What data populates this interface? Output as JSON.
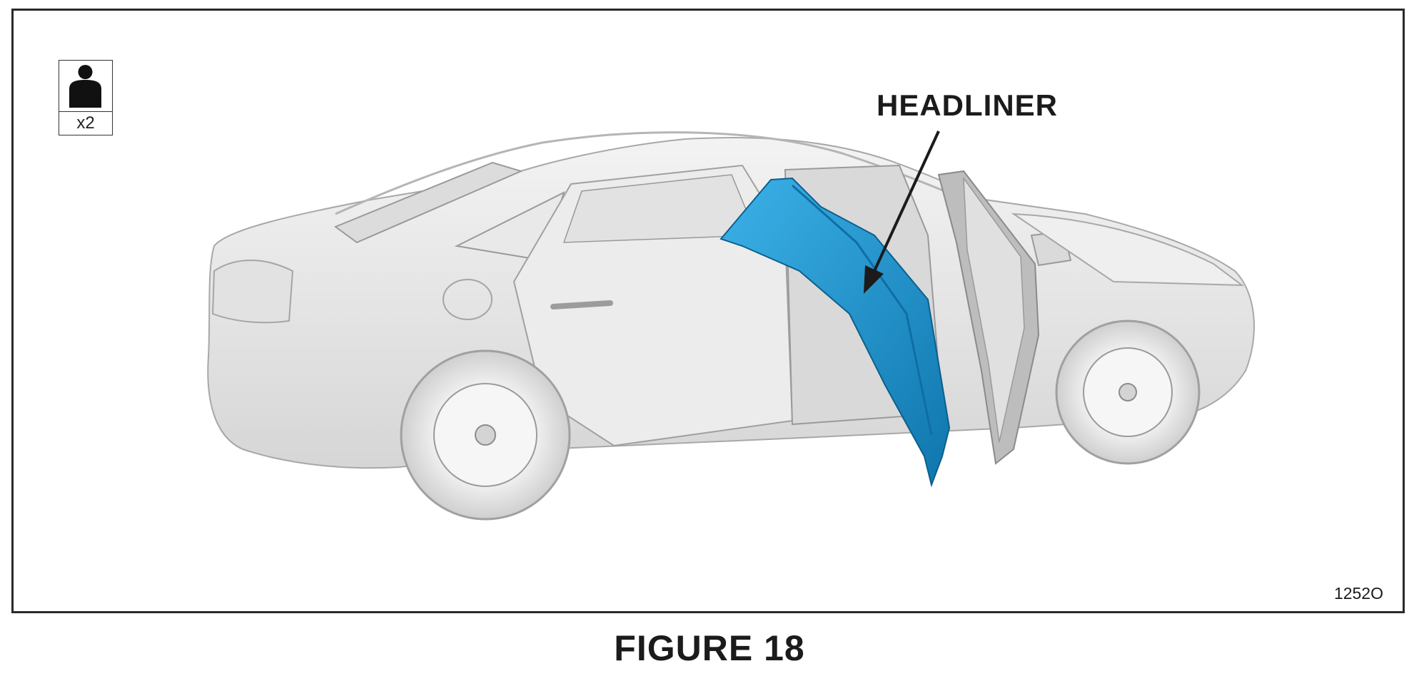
{
  "persons_badge": {
    "icon": "person-icon",
    "count": "x2"
  },
  "callout": {
    "label": "HEADLINER"
  },
  "reference_code": "1252O",
  "caption": "FIGURE 18",
  "colors": {
    "frame": "#2a2a2a",
    "car_body": "#e6e6e6",
    "car_outline": "#a8a8a8",
    "headliner": "#1e9bd7",
    "headliner_shade": "#0f76ad",
    "text": "#1b1b1b"
  }
}
